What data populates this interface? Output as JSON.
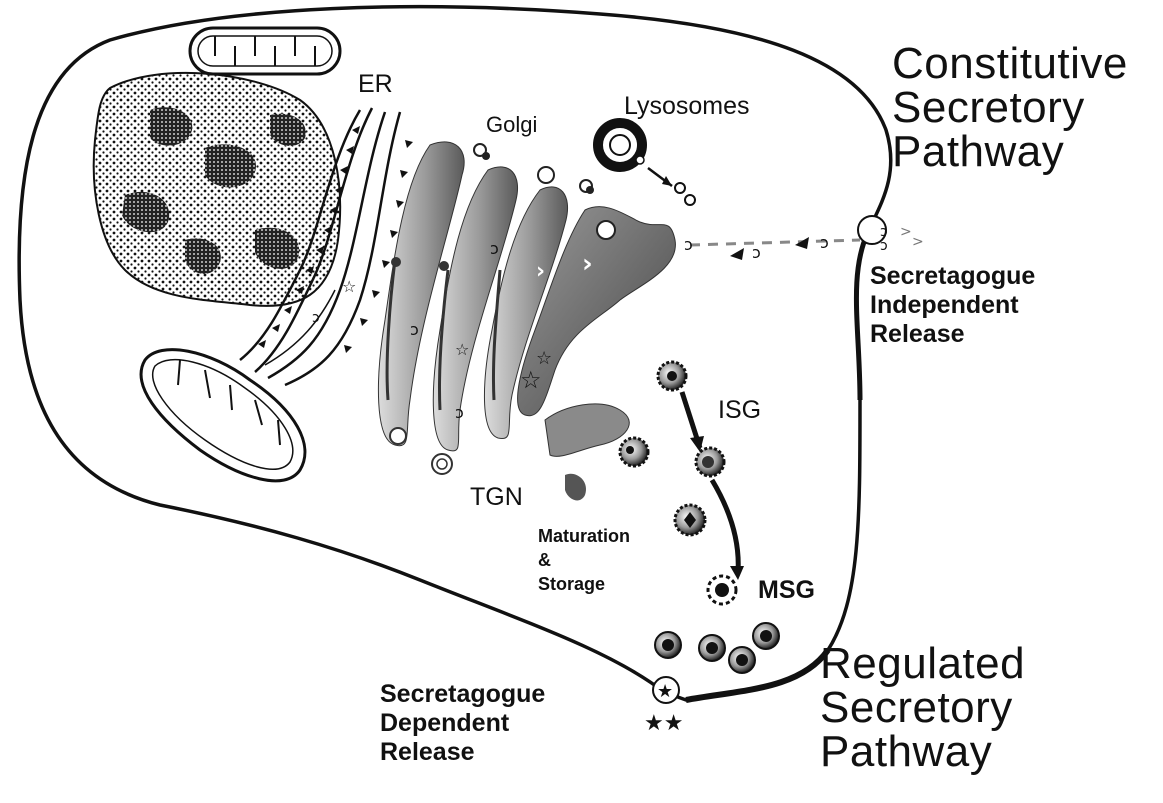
{
  "labels": {
    "er": "ER",
    "golgi": "Golgi",
    "lysosomes": "Lysosomes",
    "isg": "ISG",
    "tgn": "TGN",
    "msg": "MSG",
    "maturation": [
      "Maturation",
      "&",
      "Storage"
    ],
    "constitutive": [
      "Constitutive",
      "Secretory",
      "Pathway"
    ],
    "independent": [
      "Secretagogue",
      "Independent",
      "Release"
    ],
    "regulated": [
      "Regulated",
      "Secretory",
      "Pathway"
    ],
    "dependent": [
      "Secretagogue",
      "Dependent",
      "Release"
    ]
  },
  "colors": {
    "ink": "#111111",
    "golgi_shade": "#8a8a8a",
    "paper": "#ffffff"
  }
}
